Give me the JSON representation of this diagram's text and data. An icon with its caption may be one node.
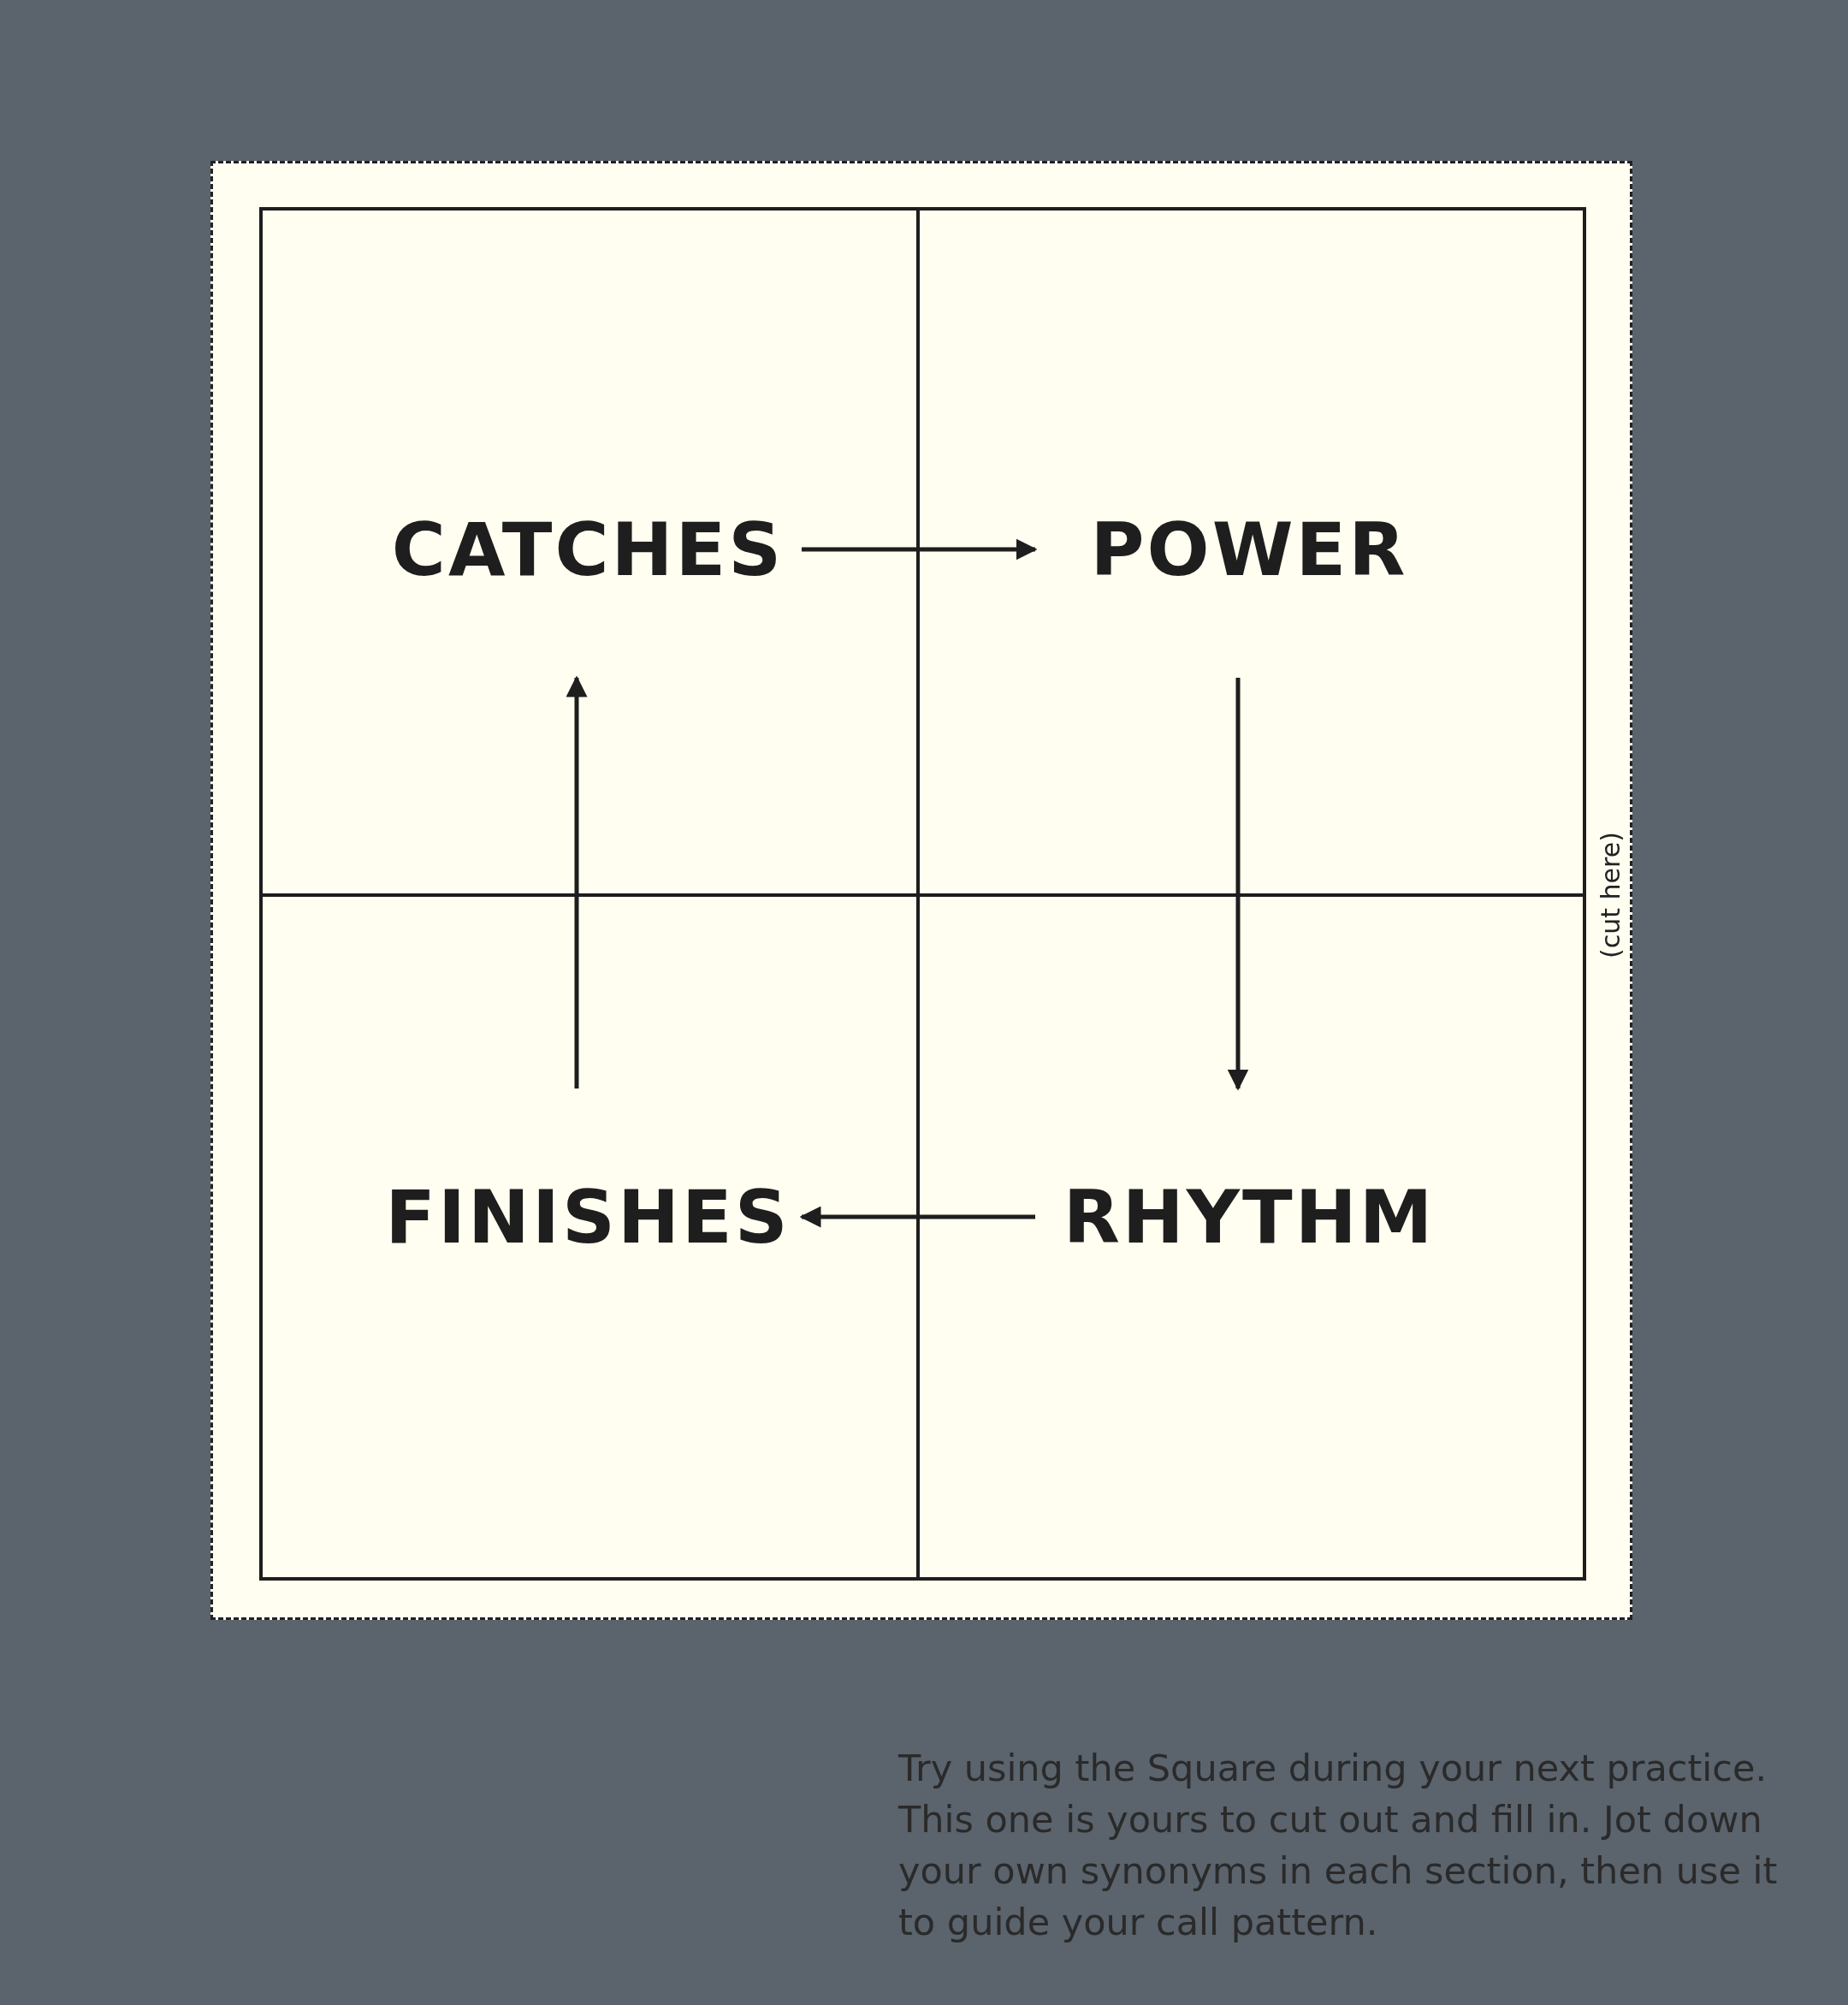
{
  "diagram": {
    "nodes": [
      {
        "text": [
          "CATCHES"
        ]
      },
      {
        "text": [
          "POWER"
        ]
      },
      {
        "text": [
          "FINISHES"
        ]
      },
      {
        "text": [
          "RHYTHM"
        ]
      }
    ],
    "edges": [
      {
        "from": 0,
        "to": 1,
        "arrow": "to"
      },
      {
        "from": 1,
        "to": 3,
        "arrow": "to"
      },
      {
        "from": 3,
        "to": 2,
        "arrow": "to"
      },
      {
        "from": 2,
        "to": 0,
        "arrow": "to"
      }
    ],
    "labels": [
      "(cut here)"
    ],
    "caption": "Try using the Square during your next practice. This one is yours to cut out and fill in. Jot down your own synonyms in each section, then use it to guide your call pattern."
  }
}
